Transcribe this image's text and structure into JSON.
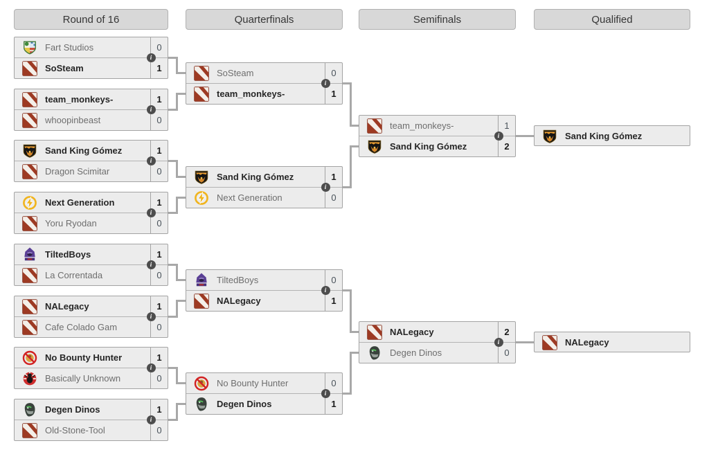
{
  "columns": [
    {
      "label": "Round of 16"
    },
    {
      "label": "Quarterfinals"
    },
    {
      "label": "Semifinals"
    },
    {
      "label": "Qualified"
    }
  ],
  "glyphs": {
    "info": "i"
  },
  "colors": {
    "header_bg": "#d8d8d8",
    "header_border": "#b0b0b0",
    "header_text": "#363636",
    "row_bg": "#ececec",
    "box_border": "#a3a3a3",
    "row_divider": "#b3b3b3",
    "winner_text": "#262626",
    "loser_text": "#6e6e6e",
    "loser_score": "#49525a",
    "connector": "#a8a8a8",
    "info_bg": "#4d4d4d",
    "dota_red": "#9d3a23"
  },
  "rounds": {
    "round_of_16": {
      "matches": [
        {
          "top": {
            "name": "Fart Studios",
            "icon": "fart-studios-icon",
            "score": "0",
            "winner": false
          },
          "bottom": {
            "name": "SoSteam",
            "icon": "dota-icon",
            "score": "1",
            "winner": true
          }
        },
        {
          "top": {
            "name": "team_monkeys-",
            "icon": "dota-icon",
            "score": "1",
            "winner": true
          },
          "bottom": {
            "name": "whoopinbeast",
            "icon": "dota-icon",
            "score": "0",
            "winner": false
          }
        },
        {
          "top": {
            "name": "Sand King Gómez",
            "icon": "sand-king-gomez-icon",
            "score": "1",
            "winner": true
          },
          "bottom": {
            "name": "Dragon Scimitar",
            "icon": "dota-icon",
            "score": "0",
            "winner": false
          }
        },
        {
          "top": {
            "name": "Next Generation",
            "icon": "next-generation-icon",
            "score": "1",
            "winner": true
          },
          "bottom": {
            "name": "Yoru Ryodan",
            "icon": "dota-icon",
            "score": "0",
            "winner": false
          }
        },
        {
          "top": {
            "name": "TiltedBoys",
            "icon": "tiltedboys-icon",
            "score": "1",
            "winner": true
          },
          "bottom": {
            "name": "La Correntada",
            "icon": "dota-icon",
            "score": "0",
            "winner": false
          }
        },
        {
          "top": {
            "name": "NALegacy",
            "icon": "dota-icon",
            "score": "1",
            "winner": true
          },
          "bottom": {
            "name": "Cafe Colado Gam",
            "icon": "dota-icon",
            "score": "0",
            "winner": false
          }
        },
        {
          "top": {
            "name": "No Bounty Hunter",
            "icon": "no-bounty-hunter-icon",
            "score": "1",
            "winner": true
          },
          "bottom": {
            "name": "Basically Unknown",
            "icon": "basically-unknown-icon",
            "score": "0",
            "winner": false
          }
        },
        {
          "top": {
            "name": "Degen Dinos",
            "icon": "degen-dinos-icon",
            "score": "1",
            "winner": true
          },
          "bottom": {
            "name": "Old-Stone-Tool",
            "icon": "dota-icon",
            "score": "0",
            "winner": false
          }
        }
      ]
    },
    "quarterfinals": {
      "matches": [
        {
          "top": {
            "name": "SoSteam",
            "icon": "dota-icon",
            "score": "0",
            "winner": false
          },
          "bottom": {
            "name": "team_monkeys-",
            "icon": "dota-icon",
            "score": "1",
            "winner": true
          }
        },
        {
          "top": {
            "name": "Sand King Gómez",
            "icon": "sand-king-gomez-icon",
            "score": "1",
            "winner": true
          },
          "bottom": {
            "name": "Next Generation",
            "icon": "next-generation-icon",
            "score": "0",
            "winner": false
          }
        },
        {
          "top": {
            "name": "TiltedBoys",
            "icon": "tiltedboys-icon",
            "score": "0",
            "winner": false
          },
          "bottom": {
            "name": "NALegacy",
            "icon": "dota-icon",
            "score": "1",
            "winner": true
          }
        },
        {
          "top": {
            "name": "No Bounty Hunter",
            "icon": "no-bounty-hunter-icon",
            "score": "0",
            "winner": false
          },
          "bottom": {
            "name": "Degen Dinos",
            "icon": "degen-dinos-icon",
            "score": "1",
            "winner": true
          }
        }
      ]
    },
    "semifinals": {
      "matches": [
        {
          "top": {
            "name": "team_monkeys-",
            "icon": "dota-icon",
            "score": "1",
            "winner": false
          },
          "bottom": {
            "name": "Sand King Gómez",
            "icon": "sand-king-gomez-icon",
            "score": "2",
            "winner": true
          }
        },
        {
          "top": {
            "name": "NALegacy",
            "icon": "dota-icon",
            "score": "2",
            "winner": true
          },
          "bottom": {
            "name": "Degen Dinos",
            "icon": "degen-dinos-icon",
            "score": "0",
            "winner": false
          }
        }
      ]
    },
    "qualified": {
      "teams": [
        {
          "name": "Sand King Gómez",
          "icon": "sand-king-gomez-icon"
        },
        {
          "name": "NALegacy",
          "icon": "dota-icon"
        }
      ]
    }
  }
}
